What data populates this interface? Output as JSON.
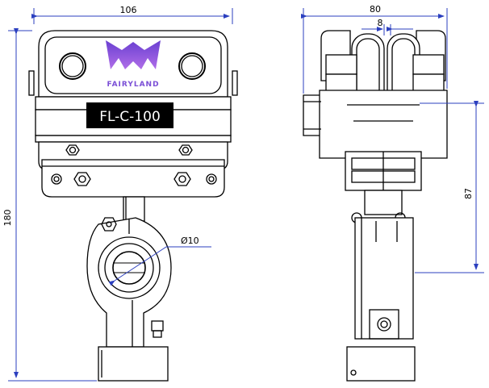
{
  "dimensions": {
    "top_width": "106",
    "total_height": "180",
    "diameter": "Ø10",
    "side_width": "80",
    "gap": "8",
    "side_height": "87"
  },
  "branding": {
    "logo_text": "FAIRYLAND",
    "model_label": "FL-C-100"
  },
  "colors": {
    "dimension_line": "#2b3fbf",
    "outline": "#000000",
    "logo_gradient_top": "#6a3fd1",
    "logo_gradient_bottom": "#b06ee8",
    "label_bg": "#000000",
    "label_text": "#ffffff"
  }
}
